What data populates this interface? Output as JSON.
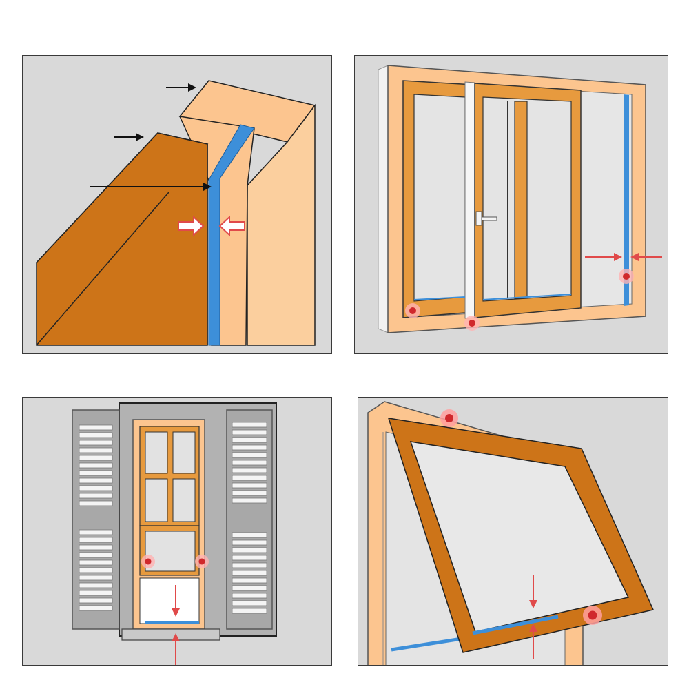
{
  "colors": {
    "background": "#ffffff",
    "panel_bg": "#d9d9d9",
    "frame_light": "#fcc58f",
    "frame_dark": "#cd7418",
    "frame_mid": "#e79a3e",
    "seal_tape": "#3d8fd9",
    "arrow_red": "#e04a4a",
    "arrow_black": "#111111",
    "glass": "#e2e2e2",
    "shutter_grey": "#a5a5a5",
    "outline": "#333333"
  },
  "panels": [
    {
      "name": "door-frame-seal",
      "icon": "door-seal-icon"
    },
    {
      "name": "sliding-window-seal",
      "icon": "sliding-window-icon"
    },
    {
      "name": "shuttered-window-seal",
      "icon": "shutter-window-icon"
    },
    {
      "name": "awning-window-seal",
      "icon": "awning-window-icon"
    }
  ]
}
